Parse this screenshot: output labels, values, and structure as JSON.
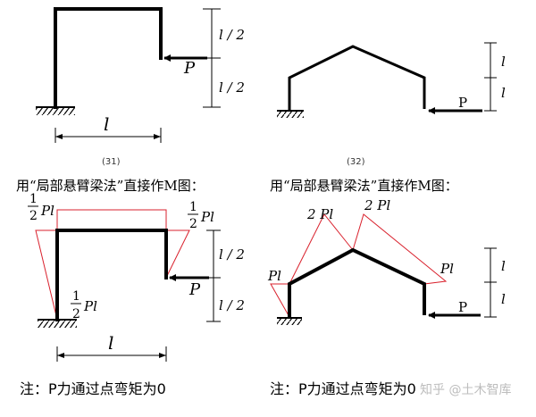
{
  "fig31": {
    "number": "(31)",
    "length_label": "l",
    "half_label": "l / 2",
    "load_label": "P"
  },
  "fig32": {
    "number": "(32)",
    "seg_label": "l",
    "load_label": "P"
  },
  "caption_left": "用“局部悬臂梁法”直接作M图：",
  "caption_right": "用“局部悬臂梁法”直接作M图：",
  "moment": {
    "half_pl": "Pl",
    "half_num": "1",
    "half_den": "2",
    "two_pl": "2 Pl",
    "pl": "Pl"
  },
  "note_left": "注：P力通过点弯矩为0",
  "note_right": "注：P力通过点弯矩为0",
  "watermark": "知乎 @土木智库",
  "colors": {
    "frame": "#000000",
    "moment_diagram": "#d9202c"
  }
}
